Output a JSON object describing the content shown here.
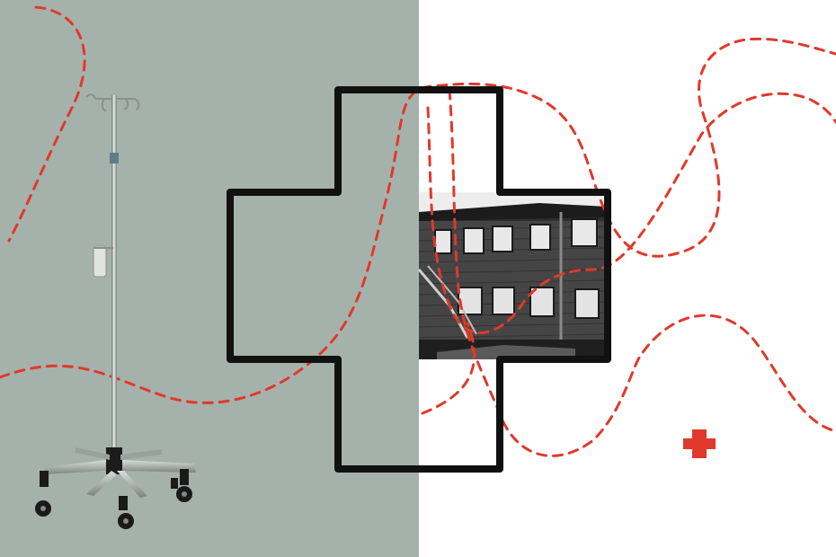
{
  "illustration": {
    "colors": {
      "left_background": "#a5b2ab",
      "right_background": "#ffffff",
      "dash_line": "#e0392b",
      "cross_outline": "#111111",
      "red_cross": "#e0392b"
    },
    "elements": {
      "iv_stand": "iv-drip-stand",
      "building": "apartment-building-photo",
      "big_cross": "medical-cross-outline",
      "small_cross": "red-cross-icon"
    }
  }
}
